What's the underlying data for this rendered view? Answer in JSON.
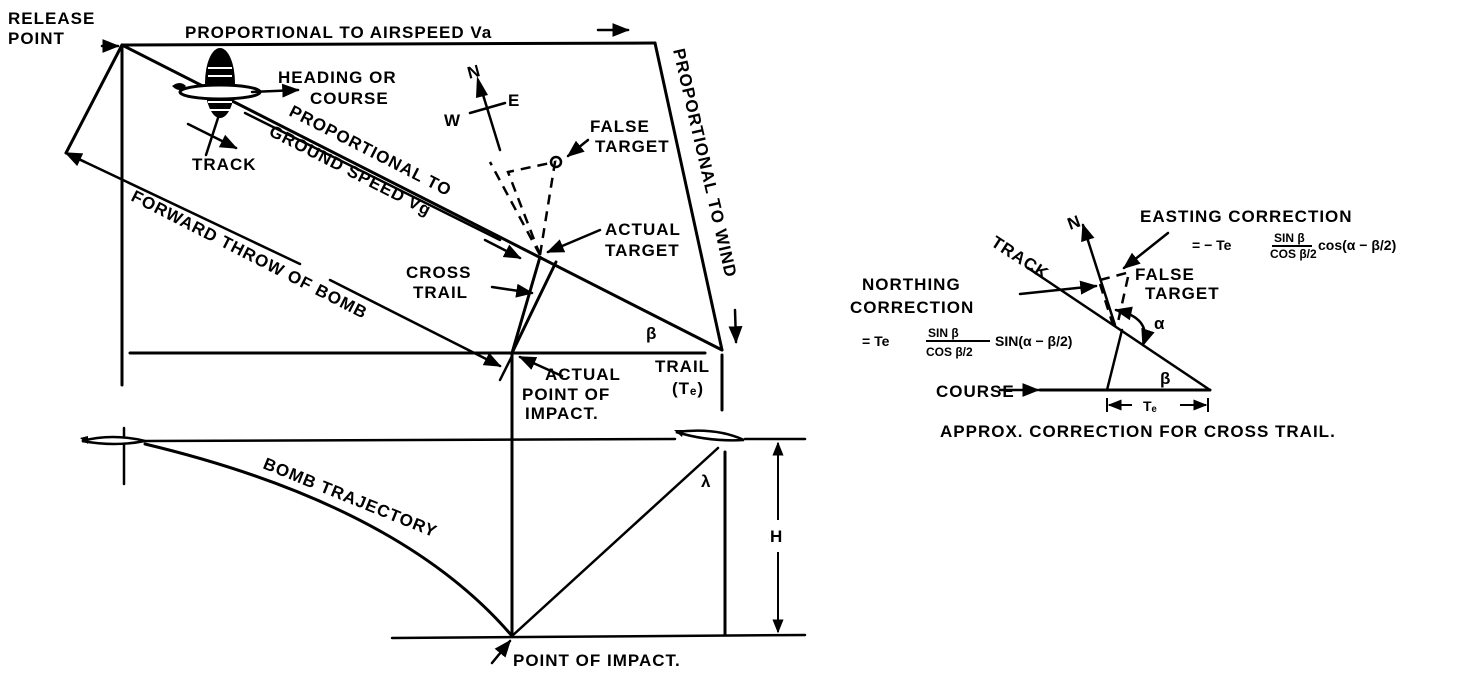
{
  "diagram": {
    "left_figure": {
      "release_point": [
        "RELEASE",
        "POINT"
      ],
      "airspeed": "PROPORTIONAL TO AIRSPEED Va",
      "heading": [
        "HEADING OR",
        "COURSE"
      ],
      "track": "TRACK",
      "ground_speed": [
        "PROPORTIONAL TO",
        "GROUND SPEED Vg"
      ],
      "compass": {
        "north": "N",
        "east": "E",
        "west": "W"
      },
      "false_target": [
        "FALSE",
        "TARGET"
      ],
      "actual_target": [
        "ACTUAL",
        "TARGET"
      ],
      "cross_trail": [
        "CROSS",
        "TRAIL"
      ],
      "wind": "PROPORTIONAL TO WIND",
      "forward_throw": "FORWARD THROW OF BOMB",
      "beta": "β",
      "actual_point_of_impact": [
        "ACTUAL",
        "POINT OF",
        "IMPACT."
      ],
      "trail": [
        "TRAIL",
        "(Tₑ)"
      ],
      "bomb_trajectory": "BOMB TRAJECTORY",
      "lambda": "λ",
      "height": "H",
      "point_of_impact": "POINT OF IMPACT."
    },
    "right_figure": {
      "north": "N",
      "easting_correction": "EASTING CORRECTION",
      "easting_formula": [
        "= − Te",
        "SIN β",
        "COS β/2",
        "cos(α − β/2)"
      ],
      "track": "TRACK",
      "northing_correction": [
        "NORTHING",
        "CORRECTION"
      ],
      "northing_formula": [
        "= Te",
        "SIN β",
        "COS β/2",
        "SIN(α − β/2)"
      ],
      "false_target": [
        "FALSE",
        "TARGET"
      ],
      "alpha": "α",
      "beta": "β",
      "course": "COURSE",
      "trail": "Tₑ",
      "caption": "APPROX. CORRECTION FOR CROSS TRAIL."
    }
  }
}
